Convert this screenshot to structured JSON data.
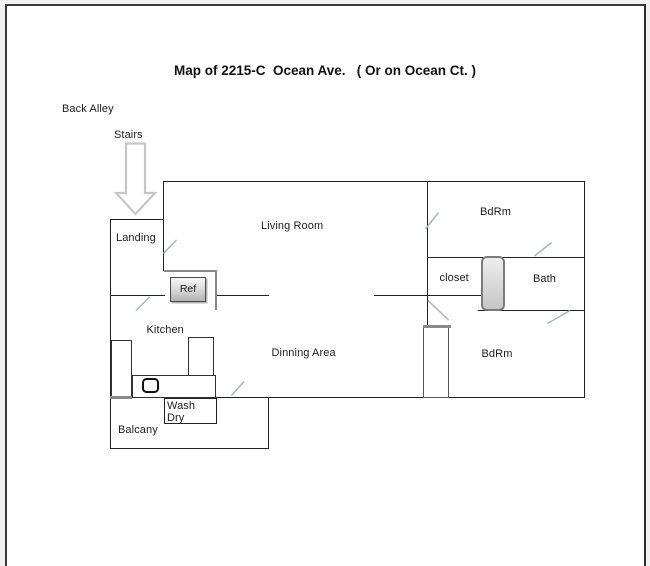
{
  "title": "Map of 2215-C  Ocean Ave.   ( Or on Ocean Ct. )",
  "labels": {
    "back_alley": "Back Alley",
    "stairs": "Stairs",
    "landing": "Landing",
    "living_room": "Living Room",
    "kitchen": "Kitchen",
    "dinning_area": "Dinning Area",
    "balcany": "Balcany",
    "bedroom_top": "BdRm",
    "closet": "closet",
    "bath": "Bath",
    "bedroom_bottom": "BdRm",
    "wash": "Wash",
    "dry": "Dry",
    "ref": "Ref"
  },
  "icons": {
    "stairs_arrow": "down-block-arrow"
  },
  "colors": {
    "wall": "#222222",
    "door_mark": "#a9b2ba",
    "arrow_outline": "#c6c6c6",
    "fixture_gray": "#8a8a8a",
    "page_border": "#3a3a3a",
    "background": "#f1f1f1"
  }
}
